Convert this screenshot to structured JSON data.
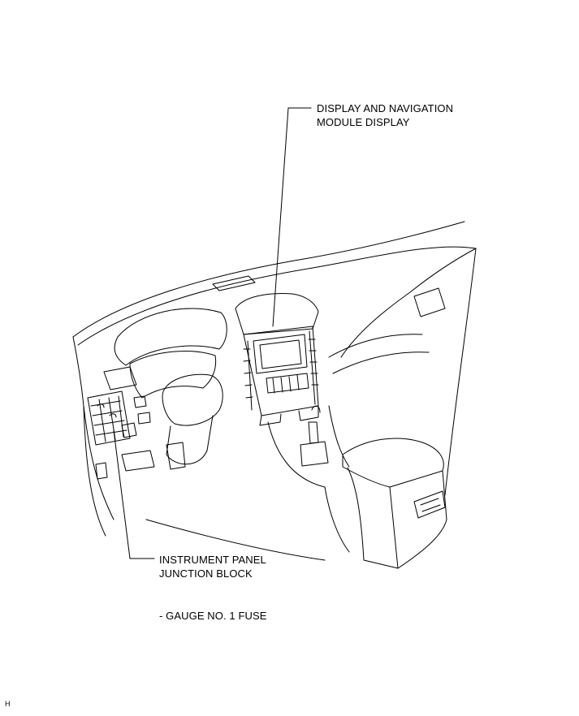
{
  "callouts": {
    "display_nav": {
      "line1": "DISPLAY AND NAVIGATION",
      "line2": "MODULE DISPLAY"
    },
    "instrument_panel_jb": {
      "line1": "INSTRUMENT PANEL",
      "line2": "JUNCTION BLOCK"
    },
    "fuse_note": "- GAUGE NO. 1 FUSE"
  },
  "corner_code": "H",
  "colors": {
    "line": "#000000",
    "background": "#ffffff"
  }
}
